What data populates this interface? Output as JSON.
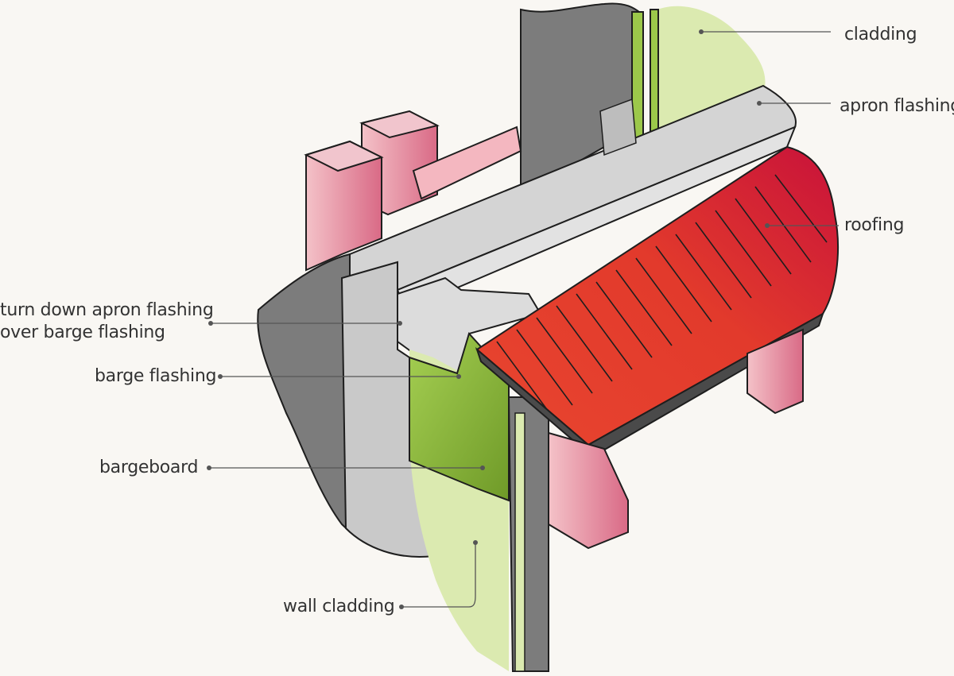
{
  "colors": {
    "background": "#f9f7f3",
    "cladding_green": "#dbeab0",
    "bargeboard_green": "#8cc03a",
    "wall_grey": "#7c7c7c",
    "flashing_grey": "#d4d4d4",
    "roofing_red": "#e8452f",
    "timber_pink": "#e596a4",
    "outline": "#1e1e1e",
    "leader": "#555555",
    "text": "#333333"
  },
  "labels": {
    "cladding": "cladding",
    "apron_flashing": "apron flashing",
    "roofing": "roofing",
    "turn_down_line1": "turn down apron flashing",
    "turn_down_line2": "over barge flashing",
    "barge_flashing": "barge flashing",
    "bargeboard": "bargeboard",
    "wall_cladding": "wall cladding"
  },
  "icons": {
    "leader_end": "dot"
  }
}
